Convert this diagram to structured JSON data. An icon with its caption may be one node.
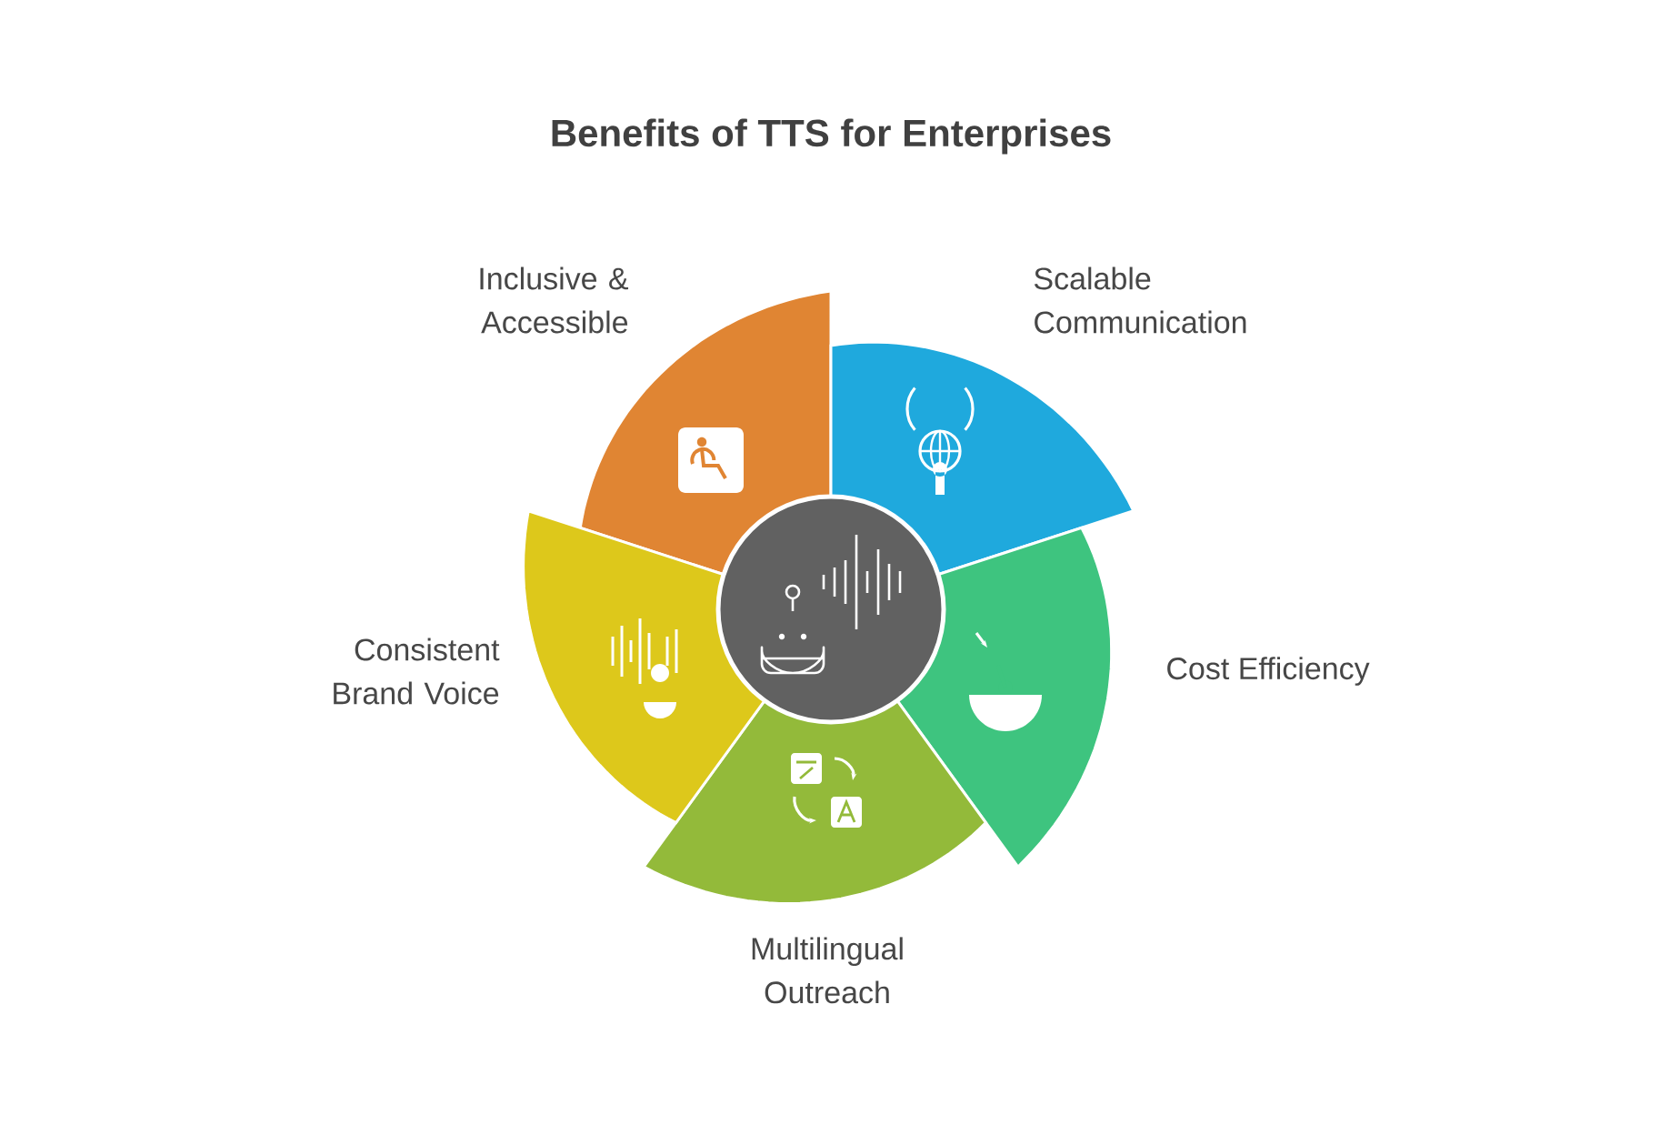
{
  "diagram": {
    "title": "Benefits of TTS for Enterprises",
    "nodes": [
      {
        "text": [
          "Inclusive & Accessible"
        ]
      },
      {
        "text": [
          "Scalable Communication"
        ]
      },
      {
        "text": [
          "Cost Efficiency"
        ]
      },
      {
        "text": [
          "Multilingual Outreach"
        ]
      },
      {
        "text": [
          "Consistent Brand Voice"
        ]
      },
      {
        "text": [],
        "shape": "circle"
      }
    ]
  }
}
